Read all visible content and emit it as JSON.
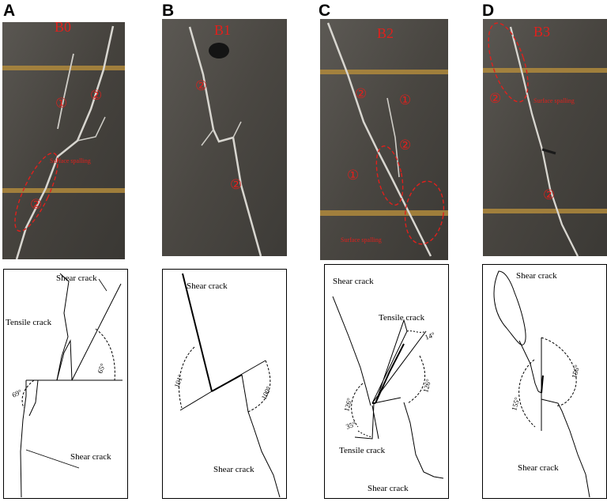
{
  "figure": {
    "panels": [
      {
        "letter": "A",
        "specimen": "B0",
        "photo_marks": [
          "①",
          "②",
          "②"
        ],
        "photo_annotation": "Surface spalling",
        "sketch": {
          "labels": [
            "Shear crack",
            "Tensile crack",
            "Shear crack"
          ],
          "angles": [
            "65°",
            "69°"
          ]
        }
      },
      {
        "letter": "B",
        "specimen": "B1",
        "photo_marks": [
          "②",
          "②"
        ],
        "photo_annotation": "",
        "sketch": {
          "labels": [
            "Shear crack",
            "Shear crack"
          ],
          "angles": [
            "101°",
            "100°"
          ]
        }
      },
      {
        "letter": "C",
        "specimen": "B2",
        "photo_marks": [
          "②",
          "①",
          "②",
          "①"
        ],
        "photo_annotation": "Surface spalling",
        "sketch": {
          "labels": [
            "Shear crack",
            "Tensile crack",
            "Tensile crack",
            "Shear crack"
          ],
          "angles": [
            "14°",
            "126°",
            "126°",
            "35°"
          ]
        }
      },
      {
        "letter": "D",
        "specimen": "B3",
        "photo_marks": [
          "②",
          "②"
        ],
        "photo_annotation": "Surface spalling",
        "sketch": {
          "labels": [
            "Shear crack",
            "Shear crack"
          ],
          "angles": [
            "156°",
            "155°"
          ]
        }
      }
    ],
    "colors": {
      "rock": "#4d4a45",
      "band": "#b08a3c",
      "mark": "#e0201c"
    }
  }
}
